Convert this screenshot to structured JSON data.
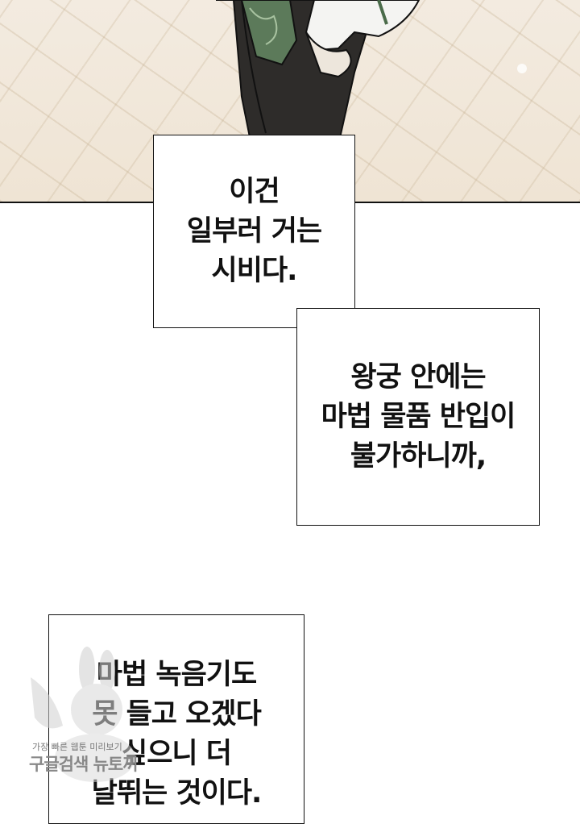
{
  "bubbles": [
    {
      "lines": [
        "이건",
        "일부러 거는",
        "시비다."
      ]
    },
    {
      "lines": [
        "왕궁 안에는",
        "마법 물품 반입이",
        "불가하니까,"
      ]
    },
    {
      "lines": [
        "마법 녹음기도",
        "못 들고 오겠다",
        "싶으니 더",
        "날뛰는 것이다."
      ]
    }
  ],
  "watermark": {
    "small": "가장 빠른 웹툰 미리보기",
    "big": "구글검색 뉴토끼"
  }
}
